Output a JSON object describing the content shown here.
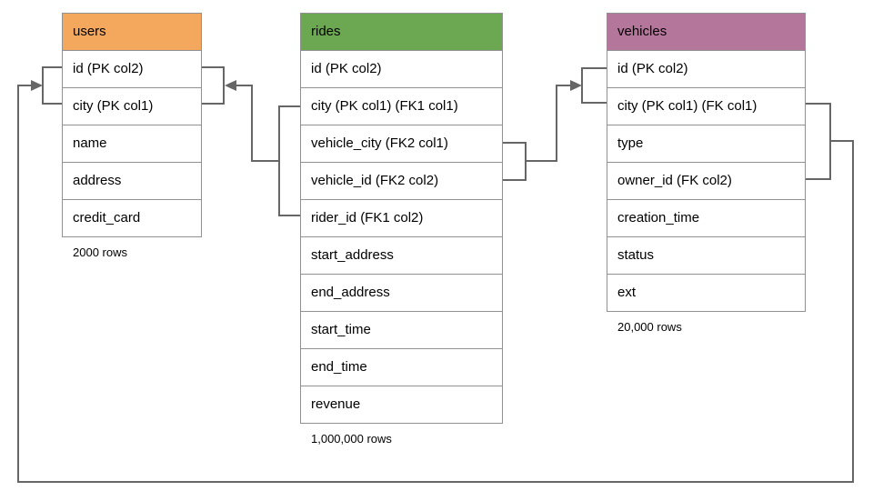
{
  "diagram": {
    "tables": [
      {
        "name": "users",
        "header_color": "#F3A85E",
        "columns": [
          "id (PK col2)",
          "city (PK col1)",
          "name",
          "address",
          "credit_card"
        ],
        "row_count_label": "2000 rows"
      },
      {
        "name": "rides",
        "header_color": "#6CA852",
        "columns": [
          "id (PK col2)",
          "city (PK col1) (FK1 col1)",
          "vehicle_city (FK2 col1)",
          "vehicle_id (FK2 col2)",
          "rider_id (FK1 col2)",
          "start_address",
          "end_address",
          "start_time",
          "end_time",
          "revenue"
        ],
        "row_count_label": "1,000,000 rows"
      },
      {
        "name": "vehicles",
        "header_color": "#B5769B",
        "columns": [
          "id (PK col2)",
          "city (PK col1) (FK col1)",
          "type",
          "owner_id (FK col2)",
          "creation_time",
          "status",
          "ext"
        ],
        "row_count_label": "20,000 rows"
      }
    ],
    "relationships": [
      {
        "from_table": "rides",
        "from_columns": "city, rider_id",
        "to_table": "users",
        "to_columns": "id, city"
      },
      {
        "from_table": "rides",
        "from_columns": "vehicle_city, vehicle_id",
        "to_table": "vehicles",
        "to_columns": "id, city"
      },
      {
        "from_table": "vehicles",
        "from_columns": "city, owner_id",
        "to_table": "users",
        "to_columns": "id, city"
      }
    ],
    "connector_color": "#666666",
    "table_border_color": "#919191"
  }
}
